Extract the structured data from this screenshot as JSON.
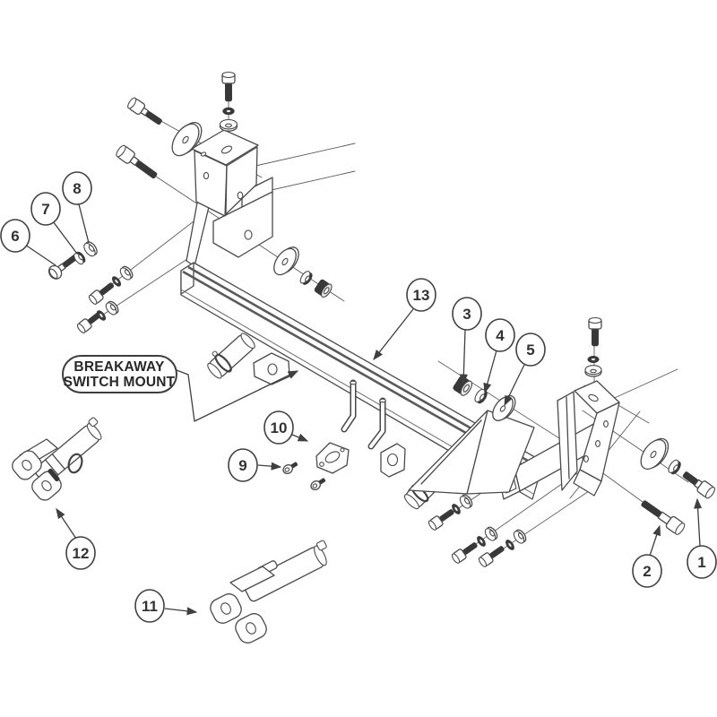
{
  "diagram": {
    "type": "exploded-parts-diagram",
    "background_color": "#ffffff",
    "line_color": "#4a4a4a",
    "dark_part_color": "#383838",
    "label_box": {
      "line1": "BREAKAWAY",
      "line2": "SWITCH MOUNT"
    },
    "callouts": [
      {
        "label": "1"
      },
      {
        "label": "2"
      },
      {
        "label": "3"
      },
      {
        "label": "4"
      },
      {
        "label": "5"
      },
      {
        "label": "6"
      },
      {
        "label": "7"
      },
      {
        "label": "8"
      },
      {
        "label": "9"
      },
      {
        "label": "10"
      },
      {
        "label": "11"
      },
      {
        "label": "12"
      },
      {
        "label": "13"
      }
    ]
  }
}
